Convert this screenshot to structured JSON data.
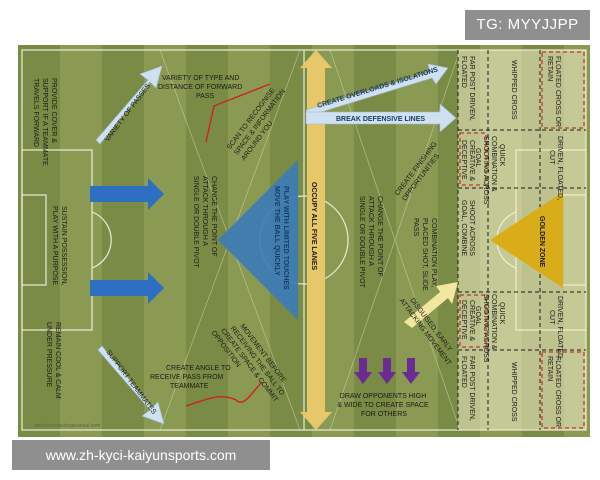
{
  "watermark_top": "TG: MYYJJPP",
  "watermark_bottom": "www.zh-kyci-kaiyunsports.com",
  "labels": {
    "provide_cover": [
      "PROVIDE COVER &",
      "SUPPORT IF A TEAMMATE",
      "TRAVELS FORWARD"
    ],
    "sustain": [
      "SUSTAIN POSSESSION,",
      "PLAY WITH A PURPOSE"
    ],
    "remain_cool": [
      "REMAIN COOL & CALM",
      "UNDER PRESSURE"
    ],
    "variety_passes": "VARIETY OF PASSES",
    "support_teammates": "SUPPORT TEAMMATES",
    "variety_type": [
      "VARIETY OF TYPE AND",
      "DISTANCE OF FORWARD",
      "PASS"
    ],
    "scan": [
      "SCAN TO RECOGNISE",
      "SPACE & INFORMATION",
      "AROUND YOU"
    ],
    "change_point_left": [
      "CHANGE THE POINT OF",
      "ATTACK THROUGH A",
      "SINGLE OR DOUBLE PIVOT"
    ],
    "play_limited": [
      "PLAY WITH LIMITED TOUCHES",
      "MOVE THE BALL QUICKLY"
    ],
    "movement_before": [
      "MOVEMENT BEFORE",
      "RECEIVING THE BALL TO",
      "CREATE SPACE & COMMIT",
      "OPPOSITION"
    ],
    "create_angle": [
      "CREATE ANGLE TO",
      "RECEIVE PASS FROM",
      "TEAMMATE"
    ],
    "occupy_lanes": "OCCUPY ALL FIVE LANES",
    "create_overloads": "CREATE OVERLOADS & ISOLATIONS",
    "break_lines": "BREAK DEFENSIVE LINES",
    "finishing": [
      "CREATE FINISHING",
      "OPPORTUNITIES"
    ],
    "change_point_right": [
      "CHANGE THE POINT OF",
      "ATTACK THROUGH A",
      "SINGLE OR DOUBLE PIVOT"
    ],
    "combination_play": [
      "COMBINATION PLAY,",
      "PLACED SHOT, SLIDE",
      "PASS"
    ],
    "disguised": [
      "DISGUISED, EARLY",
      "ATTACKING MOVEMENT"
    ],
    "draw_opponents": [
      "DRAW OPPONENTS HIGH",
      "& WIDE TO CREATE SPACE",
      "FOR OTHERS"
    ],
    "far_post_top": [
      "FAR POST DRIVEN,",
      "FLOATED"
    ],
    "whipped_top": "WHIPPED CROSS",
    "floated_top": [
      "FLOATED CROSS OR",
      "RETAIN"
    ],
    "creative_top": [
      "CREATIVE &",
      "DECEPTIVE"
    ],
    "quick_combo_top": [
      "QUICK",
      "COMBINATION &",
      "SHOOTING ACROSS",
      "GOAL"
    ],
    "driven_top": [
      "DRIVEN, FLOATED,",
      "CUT"
    ],
    "shoot_across": [
      "SHOOT ACROSS",
      "GOAL, COMBINE"
    ],
    "golden_zone": "GOLDEN ZONE",
    "creative_bottom": [
      "CREATIVE &",
      "DECEPTIVE"
    ],
    "quick_combo_bottom": [
      "QUICK",
      "COMBINATION &",
      "SHOOTING ACROSS",
      "GOAL"
    ],
    "driven_bottom": [
      "DRIVEN, FLOATED,",
      "CUT"
    ],
    "far_post_bottom": [
      "FAR POST DRIVEN,",
      "FLOATED"
    ],
    "whipped_bottom": "WHIPPED CROSS",
    "floated_bottom": [
      "FLOATED CROSS OR",
      "RETAIN"
    ],
    "credit": "www.thecoachingmanual.com"
  },
  "colors": {
    "grass_light": "#8a9a52",
    "grass_dark": "#7a8b46",
    "arrow_blue": "#2f6fc2",
    "arrow_light": "#cfe0f0",
    "arrow_yellow": "#e6c86a",
    "arrow_purple": "#6b2c91",
    "triangle_blue": "#3a7ab8",
    "golden": "#d9ad1a",
    "zone_yellow": "#f4f0cc",
    "zone_red": "#c0392b",
    "line_red": "#cc2222"
  }
}
